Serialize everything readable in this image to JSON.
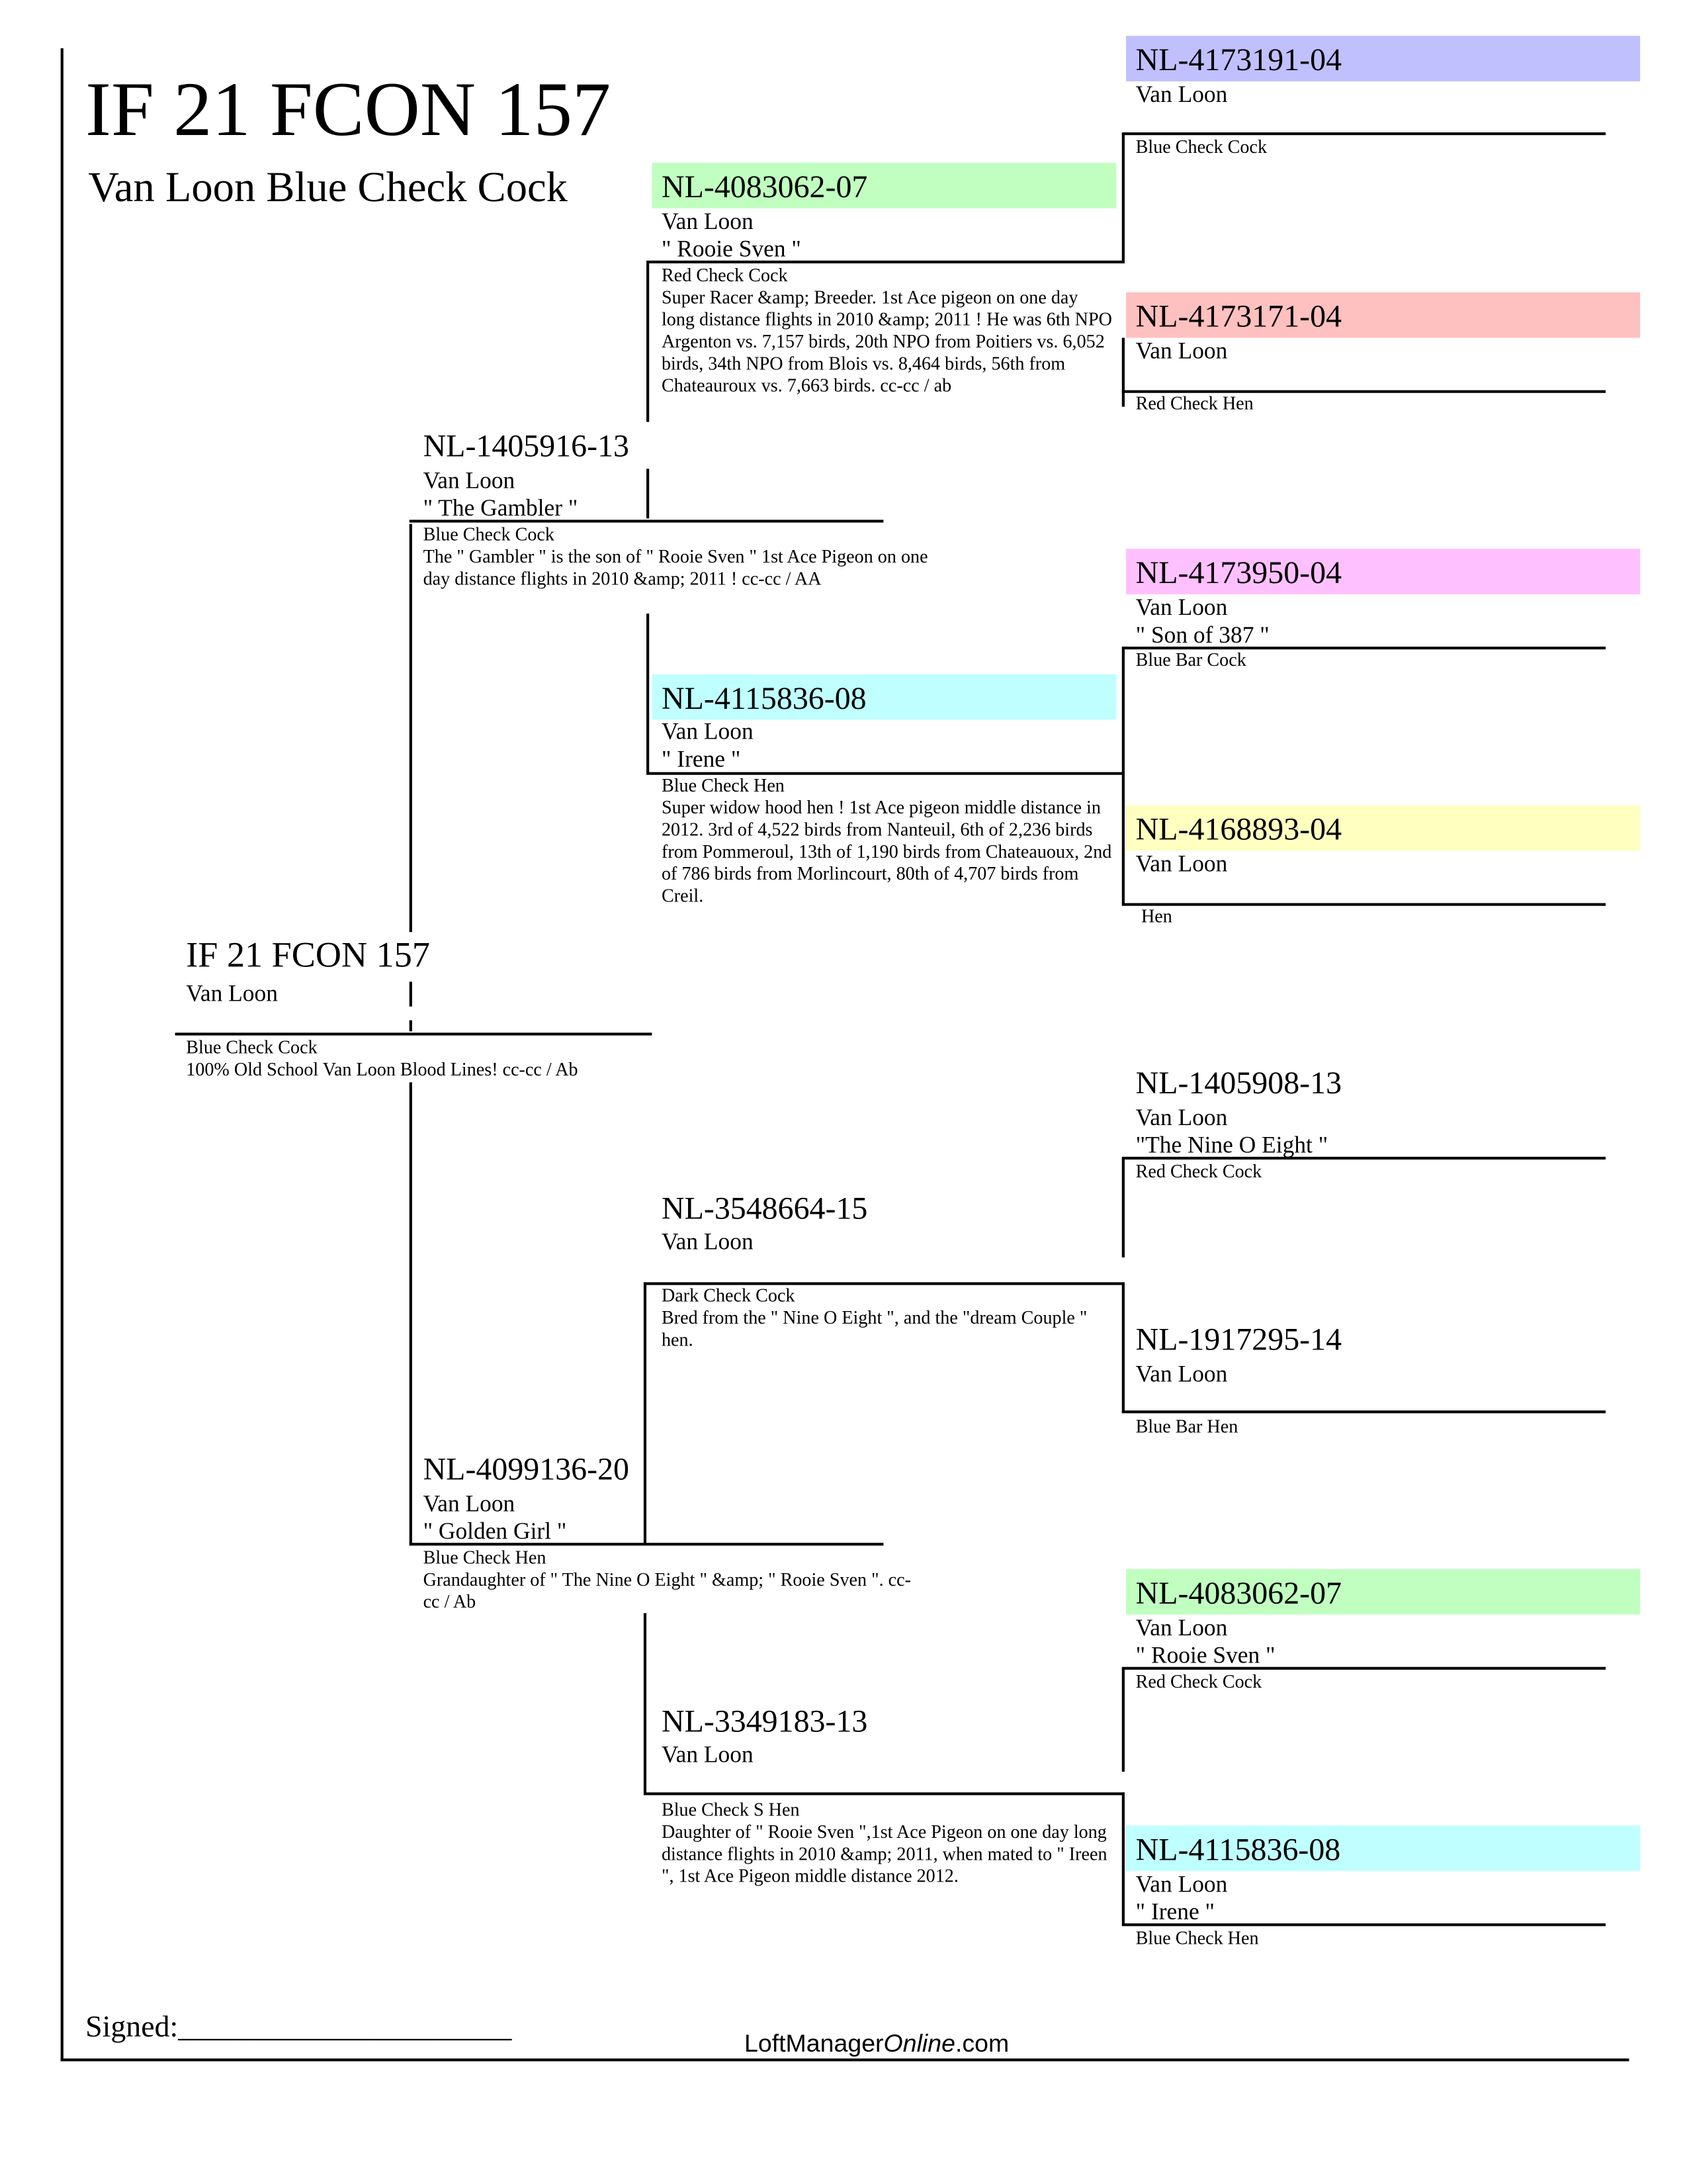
{
  "title": "IF 21 FCON 157",
  "subtitle": "Van Loon Blue Check Cock",
  "colors": {
    "lavender": "#c0c0ff",
    "green": "#c0ffc0",
    "pink": "#ffc0c0",
    "magenta": "#ffc0ff",
    "cyan": "#c0ffff",
    "yellow": "#ffffc0"
  },
  "subject": {
    "ring": "IF 21 FCON 157",
    "breeder": "Van Loon",
    "color": "Blue Check Cock",
    "notes": "100% Old School Van Loon Blood Lines!   cc-cc / Ab"
  },
  "sire": {
    "ring": "NL-1405916-13",
    "breeder": "Van Loon",
    "name": "\" The Gambler \"",
    "color": "Blue Check Cock",
    "notes": "The \" Gambler \" is the son of \" Rooie Sven \" 1st Ace Pigeon on one day distance flights in 2010 &amp; 2011 ! cc-cc / AA"
  },
  "dam": {
    "ring": "NL-4099136-20",
    "breeder": "Van Loon",
    "name": "\" Golden Girl \"",
    "color": "Blue Check Hen",
    "notes": "Grandaughter of \" The Nine O Eight \" &amp; \" Rooie Sven \".  cc-cc / Ab"
  },
  "ss": {
    "ring": "NL-4083062-07",
    "breeder": "Van Loon",
    "name": "\" Rooie Sven \"",
    "color": "Red Check Cock",
    "notes": "Super Racer &amp; Breeder. 1st Ace pigeon on one day long distance flights in 2010 &amp; 2011 ! He was 6th NPO Argenton vs. 7,157 birds, 20th NPO from Poitiers vs. 6,052 birds, 34th NPO from Blois vs. 8,464 birds, 56th from Chateauroux vs. 7,663 birds.   cc-cc / ab"
  },
  "sd": {
    "ring": "NL-4115836-08",
    "breeder": "Van Loon",
    "name": "\" Irene \"",
    "color": "Blue Check Hen",
    "notes": "Super widow hood hen ! 1st Ace pigeon middle distance in 2012. 3rd of 4,522 birds from Nanteuil, 6th of 2,236 birds from Pommeroul, 13th of 1,190 birds from Chateauoux, 2nd of 786 birds from Morlincourt, 80th of 4,707 birds from Creil."
  },
  "ds": {
    "ring": "NL-3548664-15",
    "breeder": "Van Loon",
    "color": "Dark Check Cock",
    "notes": "Bred from the \" Nine O Eight \", and the \"dream Couple \" hen."
  },
  "dd": {
    "ring": "NL-3349183-13",
    "breeder": "Van Loon",
    "color": "Blue Check S Hen",
    "notes": "Daughter of \" Rooie Sven \",1st Ace Pigeon on one day long distance flights in 2010 &amp; 2011, when mated to \" Ireen \", 1st Ace Pigeon middle distance 2012."
  },
  "g4": [
    {
      "ring": "NL-4173191-04",
      "breeder": "Van Loon",
      "color": "Blue Check Cock"
    },
    {
      "ring": "NL-4173171-04",
      "breeder": "Van Loon",
      "color": "Red Check Hen"
    },
    {
      "ring": "NL-4173950-04",
      "breeder": "Van Loon",
      "name": "\" Son of 387 \"",
      "color": "Blue Bar Cock"
    },
    {
      "ring": "NL-4168893-04",
      "breeder": "Van Loon",
      "color": "Hen"
    },
    {
      "ring": "NL-1405908-13",
      "breeder": "Van Loon",
      "name": "\"The Nine O Eight \"",
      "color": "Red Check Cock"
    },
    {
      "ring": "NL-1917295-14",
      "breeder": "Van Loon",
      "color": "Blue Bar Hen"
    },
    {
      "ring": "NL-4083062-07",
      "breeder": "Van Loon",
      "name": "\" Rooie Sven \"",
      "color": "Red Check Cock"
    },
    {
      "ring": "NL-4115836-08",
      "breeder": "Van Loon",
      "name": "\" Irene \"",
      "color": "Blue Check Hen"
    }
  ],
  "footer": {
    "signed": "Signed:______________________",
    "brand_a": "LoftManager",
    "brand_b": "Online",
    "brand_c": ".com"
  }
}
